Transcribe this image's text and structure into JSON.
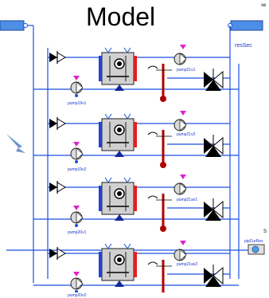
{
  "title": "Model",
  "labels": {
    "resSec": "resSec",
    "top_right_cut": "se",
    "mid_right_cut": "S",
    "pipe_label": "pipCurRes"
  },
  "rows": [
    {
      "left_pump": "",
      "right_pump": "pump21v1"
    },
    {
      "left_pump": "pump19v1",
      "right_pump": ""
    },
    {
      "left_pump": "",
      "right_pump": "pump21v2"
    },
    {
      "left_pump": "pump19v2",
      "right_pump": ""
    },
    {
      "left_pump": "",
      "right_pump": "pump21av1"
    },
    {
      "left_pump": "pump20v1",
      "right_pump": ""
    },
    {
      "left_pump": "",
      "right_pump": "pump21av2"
    },
    {
      "left_pump": "pump20v2",
      "right_pump": ""
    }
  ],
  "colors": {
    "pipe": "#1b4fe0",
    "pump_fill": "#d9d9d9",
    "arrow": "#6e95c8",
    "magenta": "#e020d0",
    "thermo": "#b00000",
    "hx_hot": "#e02020",
    "hx_cold": "#2040e0"
  }
}
